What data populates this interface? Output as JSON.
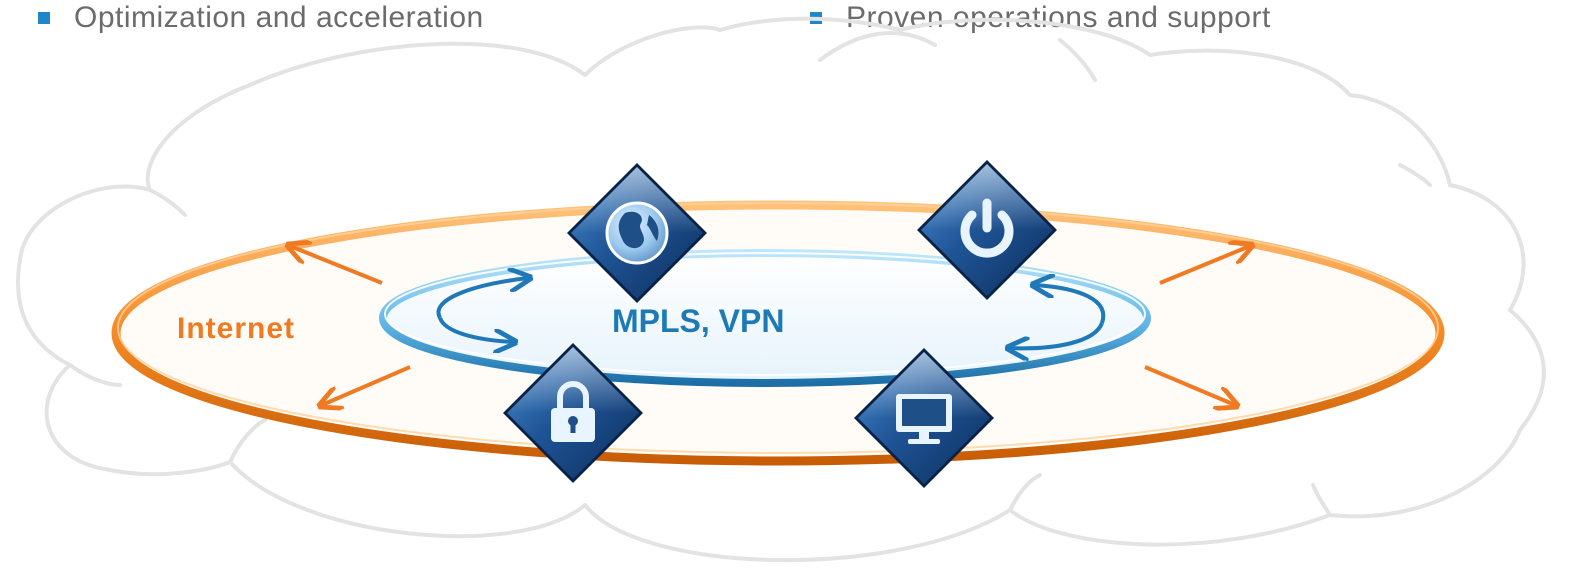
{
  "bullets": {
    "left": "Optimization and acceleration",
    "right": "Proven operations and support"
  },
  "diagram": {
    "outer_ring_label": "Internet",
    "inner_ring_label": "MPLS, VPN",
    "icons": [
      {
        "name": "globe-icon"
      },
      {
        "name": "power-icon"
      },
      {
        "name": "lock-icon"
      },
      {
        "name": "monitor-icon"
      }
    ]
  },
  "colors": {
    "bullet_marker": "#1f86c8",
    "bullet_text": "#6b6b6b",
    "outer_ring": "#f08a2c",
    "inner_ring": "#2f97d1",
    "internet_label": "#f07a22",
    "mpls_label": "#1d7ab5",
    "cloud_outline": "#e3e3e3",
    "icon_fill": "#1e4f86"
  }
}
